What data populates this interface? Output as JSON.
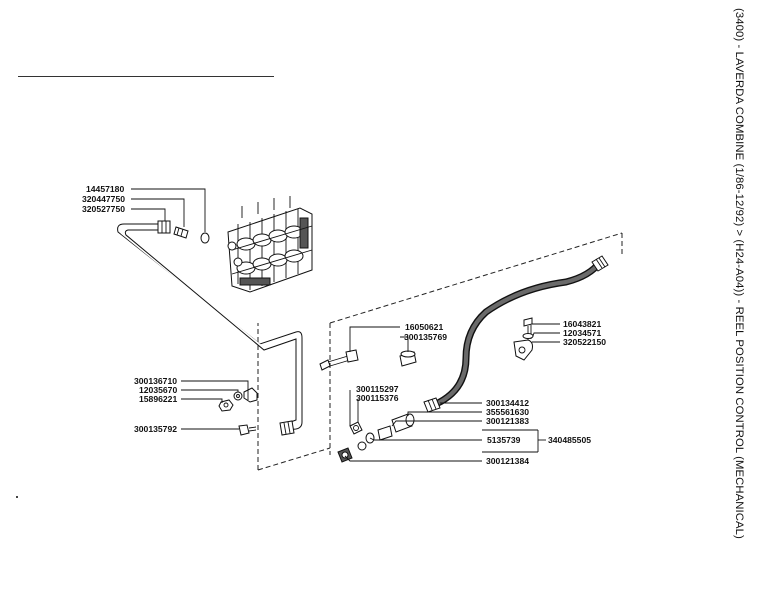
{
  "page": {
    "title": "(3400) - LAVERDA COMBINE (1/86-12/92) > (H24-A04)) - REEL POSITION CONTROL (MECHANICAL)"
  },
  "labels": {
    "p14457180": "14457180",
    "p320447750": "320447750",
    "p320527750": "320527750",
    "p300136710": "300136710",
    "p12035670": "12035670",
    "p15896221": "15896221",
    "p300135792": "300135792",
    "p16050621": "16050621",
    "p300135769": "300135769",
    "p300115297": "300115297",
    "p300115376": "300115376",
    "p300134412": "300134412",
    "p355561630": "355561630",
    "p300121383": "300121383",
    "p5135739": "5135739",
    "p340485505": "340485505",
    "p300121384": "300121384",
    "p16043821": "16043821",
    "p12034571": "12034571",
    "p320522150": "320522150"
  },
  "colors": {
    "ink": "#111111",
    "background": "#ffffff"
  }
}
